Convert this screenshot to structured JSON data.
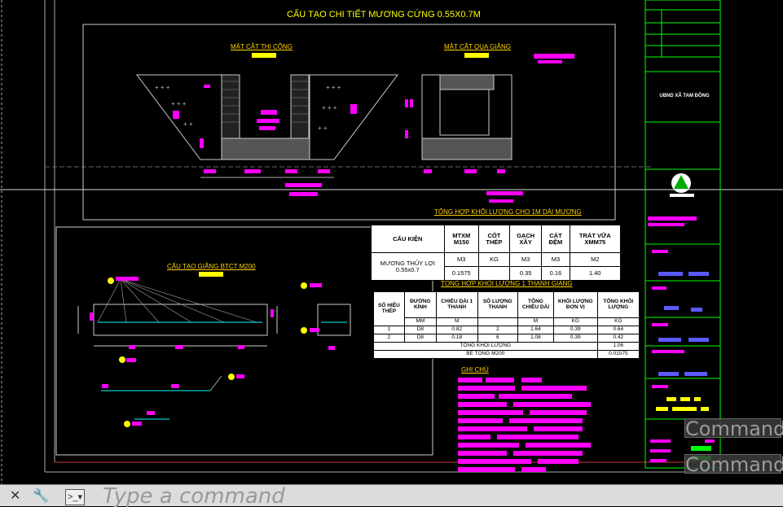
{
  "drawing": {
    "title": "CẤU TẠO CHI TIẾT MƯƠNG CỨNG 0.55X0.7M",
    "section1_label": "MẶT CẮT THI CÔNG",
    "section2_label": "MẶT CẮT QUA GIẰNG",
    "beam_label": "CẤU TẠO GIẰNG BTCT M200",
    "notes_label": "GHI CHÚ",
    "table1_title": "TỔNG HỢP KHỐI LƯỢNG CHO 1M DÀI MƯƠNG",
    "table2_title": "TỔNG HỢP KHỐI LƯỢNG 1 THANH GIẰNG",
    "stamp_name": "UBND XÃ TAM ĐỒNG"
  },
  "table1": {
    "headers": [
      "CẤU KIỆN",
      "MTXM M150",
      "CỐT THÉP",
      "GẠCH XÂY",
      "CÁT ĐỆM",
      "TRÁT VỮA XMM75"
    ],
    "units": [
      "MƯƠNG THỦY LỢI 0.55x0.7",
      "M3",
      "KG",
      "M3",
      "M3",
      "M2"
    ],
    "values": [
      "0.1575",
      "",
      "0.35",
      "0.16",
      "1.40"
    ]
  },
  "table2": {
    "headers": [
      "SỐ HIỆU THÉP",
      "ĐƯỜNG KÍNH",
      "CHIỀU DÀI 1 THANH",
      "SỐ LƯỢNG THANH",
      "TỔNG CHIỀU DÀI",
      "KHỐI LƯỢNG ĐƠN VỊ",
      "TỔNG KHỐI LƯỢNG"
    ],
    "units": [
      "MM",
      "M",
      "",
      "M",
      "KG",
      "KG"
    ],
    "rows": [
      [
        "1",
        "D8",
        "0.82",
        "2",
        "1.64",
        "0.39",
        "0.64"
      ],
      [
        "2",
        "D8",
        "0.18",
        "6",
        "1.08",
        "0.39",
        "0.42"
      ]
    ],
    "total_label": "TỔNG KHỐI LƯỢNG",
    "total_value": "1.06",
    "concrete_label": "BÊ TÔNG M200",
    "concrete_value": "0.01575"
  },
  "overlays": {
    "command_label_1": "Command",
    "command_label_2": "Command"
  },
  "command_bar": {
    "placeholder": "Type a command",
    "close_icon": "close-icon",
    "settings_icon": "wrench-icon",
    "prompt_icon": "command-prompt-icon"
  },
  "colors": {
    "background": "#000000",
    "magenta": "#ff00ff",
    "yellow": "#ffff00",
    "green": "#00ff00",
    "cyan": "#00ffff",
    "blue": "#5a5aff"
  }
}
